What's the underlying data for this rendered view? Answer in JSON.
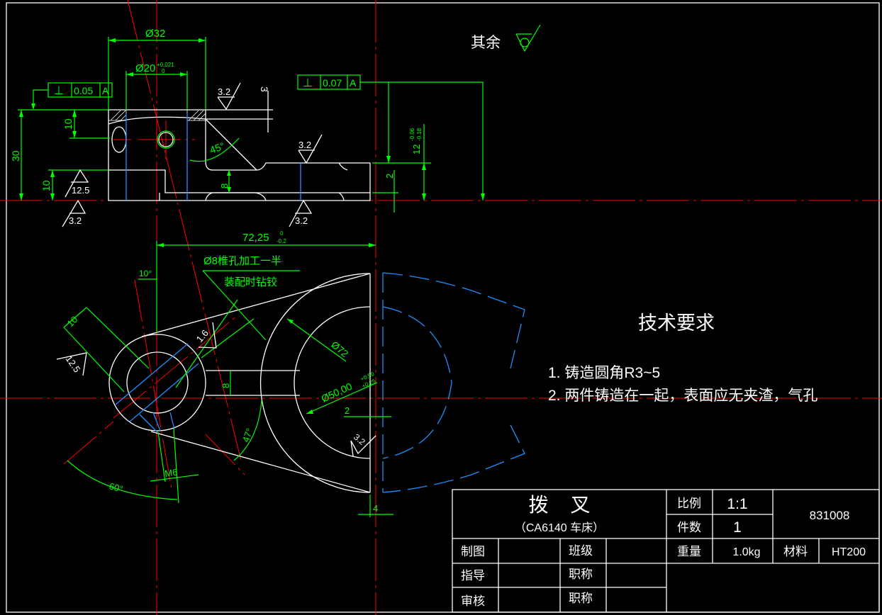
{
  "colors": {
    "background": "#000000",
    "dimension": "#00ff00",
    "centerline": "#ff0000",
    "hidden": "#1e90ff",
    "outline": "#ffffff"
  },
  "top_view": {
    "dia32": "Ø32",
    "dia20": "Ø20",
    "dia20_tol_upper": "+0,021",
    "dia20_tol_lower": "0",
    "fcf_left": {
      "symbol": "⊥",
      "value": "0.05",
      "datum": "A"
    },
    "fcf_right": {
      "symbol": "⊥",
      "value": "0.07",
      "datum": "A"
    },
    "dim_3": "3",
    "dim_10_top": "10",
    "dim_30": "30",
    "dim_10_bottom": "10",
    "dim_8": "8",
    "angle_45": "45°",
    "dim_12": "12",
    "dim_12_tol_upper": "-0.06",
    "dim_12_tol_lower": "-0.18",
    "dim_2": "2",
    "rough_top": "3.2",
    "rough_arm": "3.2",
    "rough_left": "12.5",
    "rough_bottom_left": "3.2",
    "rough_bottom_right": "3.2"
  },
  "general_roughness": {
    "label": "其余"
  },
  "front_view": {
    "dim_72_25": "72,25",
    "dim_72_25_tol_upper": "0",
    "dim_72_25_tol_lower": "-0,2",
    "note_line1": "Ø8椎孔加工一半",
    "note_line2": "装配时钻铰",
    "angle_10": "10°",
    "dim_10": "10",
    "rough_12_5": "12.5",
    "rough_1_6": "1.6",
    "dia72": "Ø72",
    "dim_8": "8",
    "dia50": "Ø50,00",
    "dia50_tol_upper": "+0,50",
    "dia50_tol_lower": "+0,25",
    "dim_2": "2",
    "rough_3_2": "3.2",
    "angle_47": "47°",
    "angle_60": "60°",
    "thread_m6": "M6",
    "dim_4": "4"
  },
  "tech_requirements": {
    "title": "技术要求",
    "items": [
      "1. 铸造圆角R3~5",
      "2. 两件铸造在一起，表面应无夹渣，气孔"
    ]
  },
  "title_block": {
    "part_name": "拨    叉",
    "subtitle": "（CA6140 车床）",
    "scale_label": "比例",
    "scale_value": "1:1",
    "qty_label": "件数",
    "qty_value": "1",
    "drawing_no": "831008",
    "weight_label": "重量",
    "weight_value": "1.0kg",
    "material_label": "材料",
    "material_value": "HT200",
    "drawn_label": "制图",
    "class_label": "班级",
    "guide_label": "指导",
    "title1_label": "职称",
    "review_label": "审核",
    "title2_label": "职称"
  }
}
